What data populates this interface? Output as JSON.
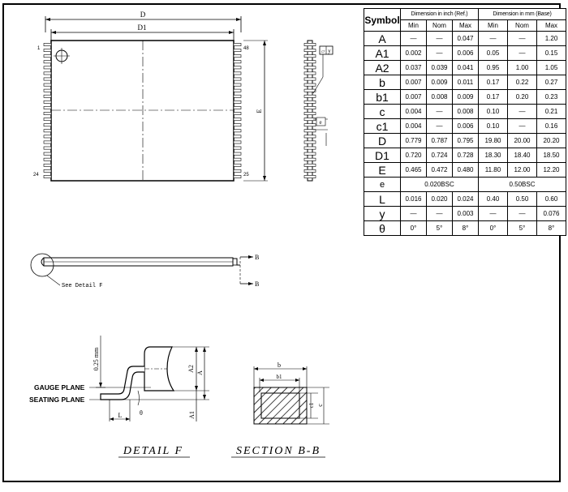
{
  "table": {
    "symbol_header": "Symbol",
    "group_inch": "Dimension in inch (Ref.)",
    "group_mm": "Dimension in mm (Base)",
    "subheaders": [
      "Min",
      "Nom",
      "Max",
      "Min",
      "Nom",
      "Max"
    ],
    "rows": [
      {
        "symbol": "A",
        "inch": [
          "—",
          "—",
          "0.047"
        ],
        "mm": [
          "—",
          "—",
          "1.20"
        ]
      },
      {
        "symbol": "A1",
        "inch": [
          "0.002",
          "—",
          "0.006"
        ],
        "mm": [
          "0.05",
          "—",
          "0.15"
        ]
      },
      {
        "symbol": "A2",
        "inch": [
          "0.037",
          "0.039",
          "0.041"
        ],
        "mm": [
          "0.95",
          "1.00",
          "1.05"
        ]
      },
      {
        "symbol": "b",
        "inch": [
          "0.007",
          "0.009",
          "0.011"
        ],
        "mm": [
          "0.17",
          "0.22",
          "0.27"
        ]
      },
      {
        "symbol": "b1",
        "inch": [
          "0.007",
          "0.008",
          "0.009"
        ],
        "mm": [
          "0.17",
          "0.20",
          "0.23"
        ]
      },
      {
        "symbol": "c",
        "inch": [
          "0.004",
          "—",
          "0.008"
        ],
        "mm": [
          "0.10",
          "—",
          "0.21"
        ]
      },
      {
        "symbol": "c1",
        "inch": [
          "0.004",
          "—",
          "0.006"
        ],
        "mm": [
          "0.10",
          "—",
          "0.16"
        ]
      },
      {
        "symbol": "D",
        "inch": [
          "0.779",
          "0.787",
          "0.795"
        ],
        "mm": [
          "19.80",
          "20.00",
          "20.20"
        ]
      },
      {
        "symbol": "D1",
        "inch": [
          "0.720",
          "0.724",
          "0.728"
        ],
        "mm": [
          "18.30",
          "18.40",
          "18.50"
        ]
      },
      {
        "symbol": "E",
        "inch": [
          "0.465",
          "0.472",
          "0.480"
        ],
        "mm": [
          "11.80",
          "12.00",
          "12.20"
        ]
      },
      {
        "symbol": "e",
        "merged": true,
        "inch_merged": "0.020BSC",
        "mm_merged": "0.50BSC"
      },
      {
        "symbol": "L",
        "inch": [
          "0.016",
          "0.020",
          "0.024"
        ],
        "mm": [
          "0.40",
          "0.50",
          "0.60"
        ]
      },
      {
        "symbol": "y",
        "inch": [
          "—",
          "—",
          "0.003"
        ],
        "mm": [
          "—",
          "—",
          "0.076"
        ]
      },
      {
        "symbol": "θ",
        "inch": [
          "0°",
          "5°",
          "8°"
        ],
        "mm": [
          "0°",
          "5°",
          "8°"
        ]
      }
    ]
  },
  "top_view": {
    "label_D": "D",
    "label_D1": "D1",
    "label_E": "E",
    "pin_1": "1",
    "pin_48": "48",
    "pin_24": "24",
    "pin_25": "25"
  },
  "side_view": {
    "flatness_symbol": "▱",
    "label_y": "y",
    "label_e": "e"
  },
  "profile_view": {
    "section_mark_1": "B",
    "section_mark_2": "B",
    "see_detail": "See Detail F"
  },
  "detail_f": {
    "dim_025": "0.25 mm",
    "gauge_plane": "GAUGE PLANE",
    "seating_plane": "SEATING PLANE",
    "label_L": "L",
    "label_theta": "θ",
    "label_A2": "A2",
    "label_A": "A",
    "label_A1": "A1",
    "title": "DETAIL F"
  },
  "section_bb": {
    "label_b": "b",
    "label_b1": "b1",
    "label_c1": "c1",
    "label_c": "c",
    "title": "SECTION B-B"
  }
}
